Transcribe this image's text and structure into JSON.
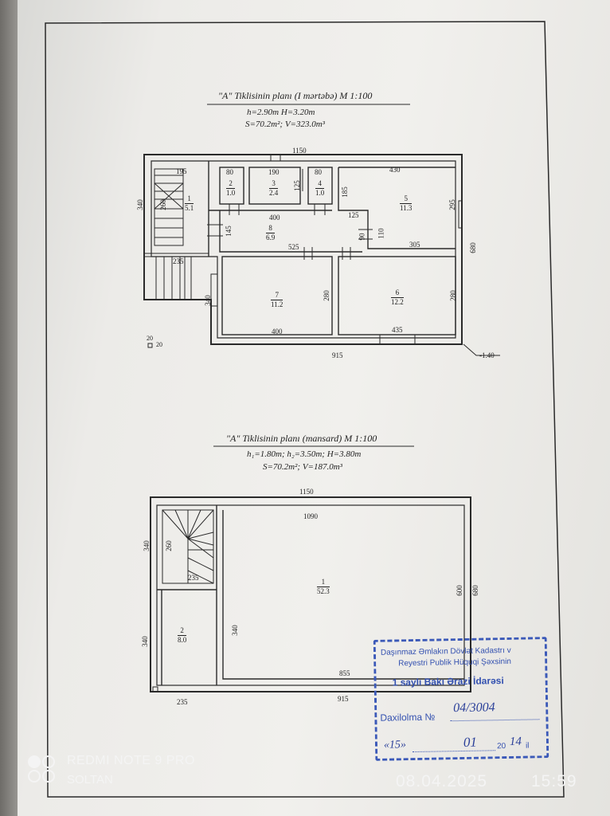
{
  "plan1": {
    "title": "\"A\" Tiklisinin  planı (I mərtəbə)  M 1:100",
    "line1": "h=2.90m    H=3.20m",
    "line2": "S=70.2m²; V=323.0m³",
    "dims": {
      "top_total": "1150",
      "bottom_total": "915",
      "right_total": "680",
      "left_height": "340",
      "stair_width": "195",
      "stair_inner": "260",
      "stair_bottom": "235",
      "side": "340",
      "r2_w": "80",
      "r3_w": "190",
      "r3_h": "125",
      "r4_w": "80",
      "r5_w": "430",
      "r5_h": "185",
      "r5_right": "295",
      "r5_step": "125",
      "r5_bottom": "305",
      "r5_nook": "110",
      "r8_w": "400",
      "r8_h": "145",
      "r8_door": "90",
      "hall": "525",
      "r7_h": "280",
      "r7_w": "400",
      "r6_h": "280",
      "r6_w": "435",
      "marker_a": "20",
      "marker_b": "20",
      "level": "-1.40"
    },
    "rooms": [
      {
        "num": "1",
        "area": "5.1"
      },
      {
        "num": "2",
        "area": "1.0"
      },
      {
        "num": "3",
        "area": "2.4"
      },
      {
        "num": "4",
        "area": "1.0"
      },
      {
        "num": "5",
        "area": "11.3"
      },
      {
        "num": "6",
        "area": "12.2"
      },
      {
        "num": "7",
        "area": "11.2"
      },
      {
        "num": "8",
        "area": "6.9"
      }
    ]
  },
  "plan2": {
    "title": "\"A\" Tiklisinin  planı (mansard)  M 1:100",
    "line1": "h₁=1.80m; h₂=3.50m; H=3.80m",
    "line2": "S=70.2m²; V=187.0m³",
    "dims": {
      "top_total": "1150",
      "inner_top": "1090",
      "bottom_total": "915",
      "bottom_inner": "855",
      "right_outer": "680",
      "right_inner": "600",
      "left_upper": "340",
      "left_lower": "340",
      "stair_h": "260",
      "stair_w": "235",
      "mid": "340",
      "bottom_left": "235"
    },
    "rooms": [
      {
        "num": "1",
        "area": "52.3"
      },
      {
        "num": "2",
        "area": "8.0"
      }
    ]
  },
  "stamp": {
    "line1": "Daşınmaz Əmlakın Dövlət Kadastrı v",
    "line2": "Reyestri Publik Hüquqi Şəxsinin",
    "line3": "1 saylı Bakı Ərazi İdarəsi",
    "reg_label": "Daxilolma №",
    "reg_no": "04/3004",
    "date_day": "«15»",
    "date_month": "01",
    "date_year_prefix": "20",
    "date_year": "14",
    "date_suffix": "il"
  },
  "watermark": {
    "device": "REDMI NOTE 9 PRO",
    "owner": "SOLTAN",
    "date": "08.04.2025",
    "time": "15:59"
  }
}
